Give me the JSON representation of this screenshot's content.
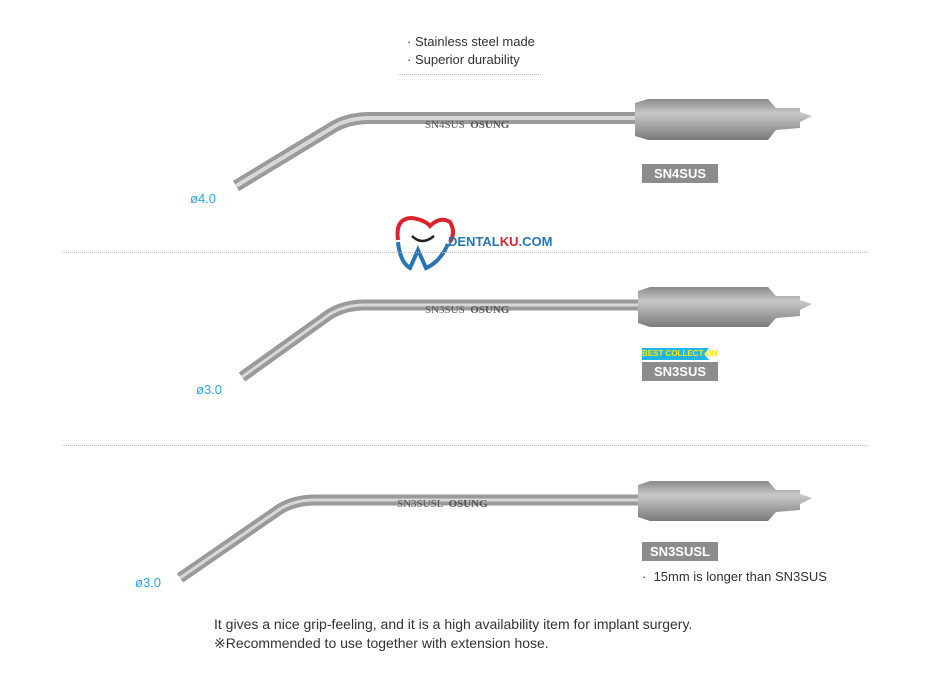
{
  "features": [
    "Stainless steel made",
    "Superior durability"
  ],
  "watermark": {
    "text_dark": "DENTAL",
    "text_red": "KU",
    "text_dark2": ".COM"
  },
  "instruments": [
    {
      "code": "SN4SUS",
      "engraving": "SN4SUS",
      "brand": "OSUNG",
      "diameter": "ø4.0"
    },
    {
      "code": "SN3SUS",
      "engraving": "SN3SUS",
      "brand": "OSUNG",
      "diameter": "ø3.0",
      "badge": "BEST COLLECTION"
    },
    {
      "code": "SN3SUSL",
      "engraving": "SN3SUSL",
      "brand": "OSUNG",
      "diameter": "ø3.0",
      "note": "15mm is longer than SN3SUS"
    }
  ],
  "footer": {
    "line1": "It gives a nice grip-feeling, and it is a high availability item for implant surgery.",
    "line2": "※Recommended to use together with extension hose."
  },
  "colors": {
    "diameter": "#29a8e0",
    "label_bg": "#8c8c8c",
    "badge_bg": "#1fb6ec",
    "badge_text": "#ffe600"
  }
}
